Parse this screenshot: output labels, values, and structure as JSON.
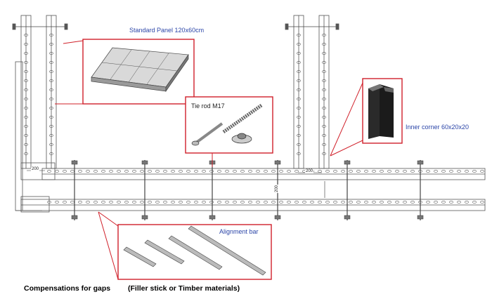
{
  "labels": {
    "standard_panel": "Standard Panel 120x60cm",
    "tie_rod": "Tie rod M17",
    "inner_corner": "Inner corner 60x20x20",
    "alignment_bar": "Alignment bar",
    "caption_main": "Compensations for gaps",
    "caption_note": "(Filler stick or Timber materials)"
  },
  "dimensions": {
    "left_gap": "200",
    "right_gap": "200",
    "wall_thickness": "200"
  },
  "colors": {
    "callout": "#d0202a",
    "label_blue": "#2b45a8",
    "line": "#555555"
  }
}
